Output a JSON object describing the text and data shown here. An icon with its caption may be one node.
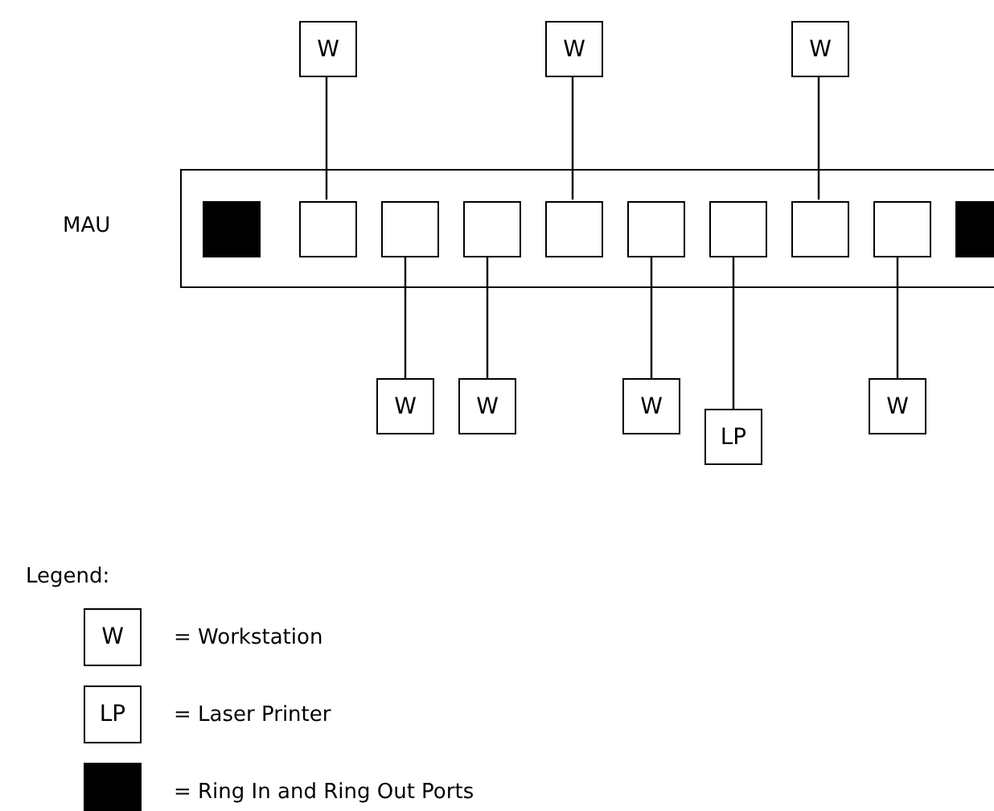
{
  "diagram": {
    "nodes": [
      {
        "text": [
          "W"
        ]
      },
      {
        "text": [
          "W"
        ]
      },
      {
        "text": [
          "W"
        ]
      },
      {
        "text": [
          "MAU"
        ]
      },
      {
        "text": [],
        "shape": "box",
        "in": 3
      },
      {
        "text": [],
        "shape": "box",
        "in": 3
      },
      {
        "text": [],
        "shape": "box",
        "in": 3
      },
      {
        "text": [],
        "shape": "box",
        "in": 3
      },
      {
        "text": [],
        "shape": "box",
        "in": 3
      },
      {
        "text": [],
        "shape": "box",
        "in": 3
      },
      {
        "text": [],
        "shape": "box",
        "in": 3
      },
      {
        "text": [],
        "shape": "box",
        "in": 3
      },
      {
        "text": [],
        "shape": "box",
        "in": 3
      },
      {
        "text": [],
        "shape": "box",
        "in": 3
      },
      {
        "text": [
          "W"
        ]
      },
      {
        "text": [
          "W"
        ]
      },
      {
        "text": [
          "W"
        ]
      },
      {
        "text": [
          "LP"
        ]
      },
      {
        "text": [
          "W"
        ]
      }
    ],
    "edges": [
      {
        "from": 0,
        "to": 5,
        "arrow": "none"
      },
      {
        "from": 1,
        "to": 8,
        "arrow": "none"
      },
      {
        "from": 2,
        "to": 11,
        "arrow": "none"
      },
      {
        "from": 6,
        "to": 14,
        "arrow": "none"
      },
      {
        "from": 7,
        "to": 15,
        "arrow": "none"
      },
      {
        "from": 9,
        "to": 16,
        "arrow": "none"
      },
      {
        "from": 10,
        "to": 17,
        "arrow": "none"
      },
      {
        "from": 12,
        "to": 18,
        "arrow": "none"
      }
    ],
    "labels": [
      "Legend:",
      "W",
      "LP"
    ],
    "legend": [
      {
        "text": "= Workstation"
      },
      {
        "text": "= Laser Printer"
      },
      {
        "text": "= Ring In and Ring Out Ports",
        "color": "#000000"
      }
    ]
  }
}
